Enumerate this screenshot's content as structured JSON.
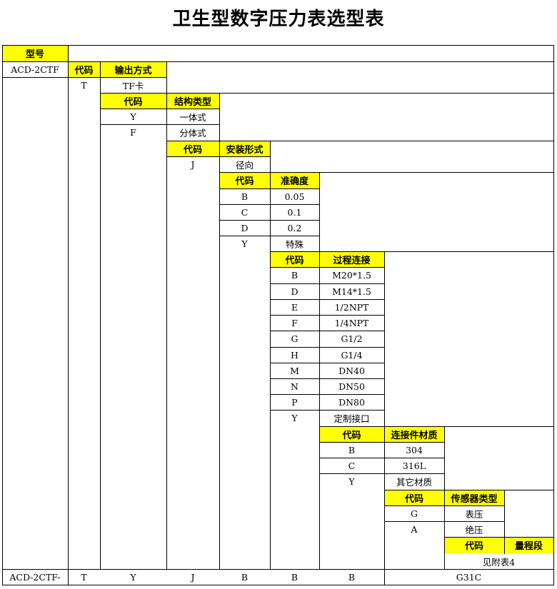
{
  "title": "卫生型数字压力表选型表",
  "header_type": "型号",
  "model_prefix": "ACD-2CTF",
  "code_label": "代码",
  "sections": {
    "output": {
      "label": "输出方式",
      "options": [
        {
          "code": "T",
          "desc": "TF卡"
        }
      ]
    },
    "structure": {
      "label": "结构类型",
      "options": [
        {
          "code": "Y",
          "desc": "一体式"
        },
        {
          "code": "F",
          "desc": "分体式"
        }
      ]
    },
    "install": {
      "label": "安装形式",
      "options": [
        {
          "code": "J",
          "desc": "径向"
        }
      ]
    },
    "accuracy": {
      "label": "准确度",
      "options": [
        {
          "code": "B",
          "desc": "0.05"
        },
        {
          "code": "C",
          "desc": "0.1"
        },
        {
          "code": "D",
          "desc": "0.2"
        },
        {
          "code": "Y",
          "desc": "特殊"
        }
      ]
    },
    "process": {
      "label": "过程连接",
      "options": [
        {
          "code": "B",
          "desc": "M20*1.5"
        },
        {
          "code": "D",
          "desc": "M14*1.5"
        },
        {
          "code": "E",
          "desc": "1/2NPT"
        },
        {
          "code": "F",
          "desc": "1/4NPT"
        },
        {
          "code": "G",
          "desc": "G1/2"
        },
        {
          "code": "H",
          "desc": "G1/4"
        },
        {
          "code": "M",
          "desc": "DN40"
        },
        {
          "code": "N",
          "desc": "DN50"
        },
        {
          "code": "P",
          "desc": "DN80"
        },
        {
          "code": "Y",
          "desc": "定制接口"
        }
      ]
    },
    "material": {
      "label": "连接件材质",
      "options": [
        {
          "code": "B",
          "desc": "304"
        },
        {
          "code": "C",
          "desc": "316L"
        },
        {
          "code": "Y",
          "desc": "其它材质"
        }
      ]
    },
    "sensor": {
      "label": "传感器类型",
      "options": [
        {
          "code": "G",
          "desc": "表压"
        },
        {
          "code": "A",
          "desc": "绝压"
        }
      ]
    },
    "range": {
      "label": "量程段",
      "note": "见附表4"
    }
  },
  "example": {
    "model": "ACD-2CTF-",
    "values": [
      "T",
      "Y",
      "J",
      "B",
      "B",
      "B"
    ],
    "range": "G31C"
  }
}
